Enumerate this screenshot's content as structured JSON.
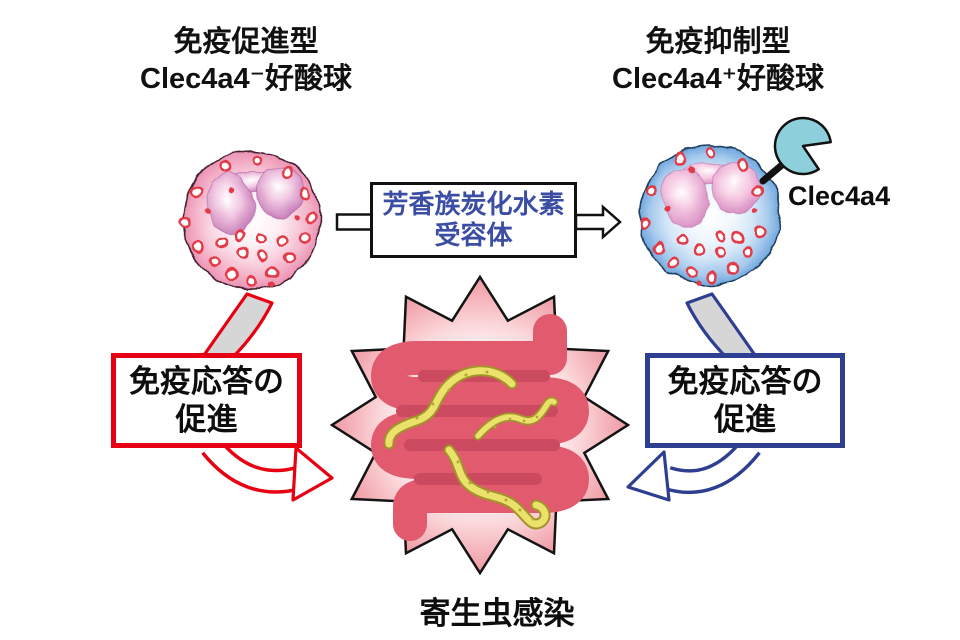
{
  "left_panel": {
    "title_line1": "免疫促進型",
    "title_line2": "Clec4a4⁻好酸球",
    "effect_box_line1": "免疫応答の",
    "effect_box_line2": "促進"
  },
  "right_panel": {
    "title_line1": "免疫抑制型",
    "title_line2": "Clec4a4⁺好酸球",
    "receptor_label": "Clec4a4",
    "effect_box_line1": "免疫応答の",
    "effect_box_line2": "促進"
  },
  "center": {
    "ahr_box_line1": "芳香族炭化水素",
    "ahr_box_line2": "受容体",
    "infection_label": "寄生虫感染"
  },
  "colors": {
    "accent_red": "#e60012",
    "accent_blue": "#2e3f92",
    "ahr_text_blue": "#3b4ea3",
    "gray_band": "#d6d6d6",
    "receptor_teal": "#8ecfdc",
    "star_pink": "#ee98a1",
    "intestine_red": "#e25a6d",
    "intestine_stripe": "#cb4a5f",
    "worm_yellow": "#ebe26b",
    "cell_pink": "#eb93b4",
    "cell_blue": "#71a7de"
  }
}
